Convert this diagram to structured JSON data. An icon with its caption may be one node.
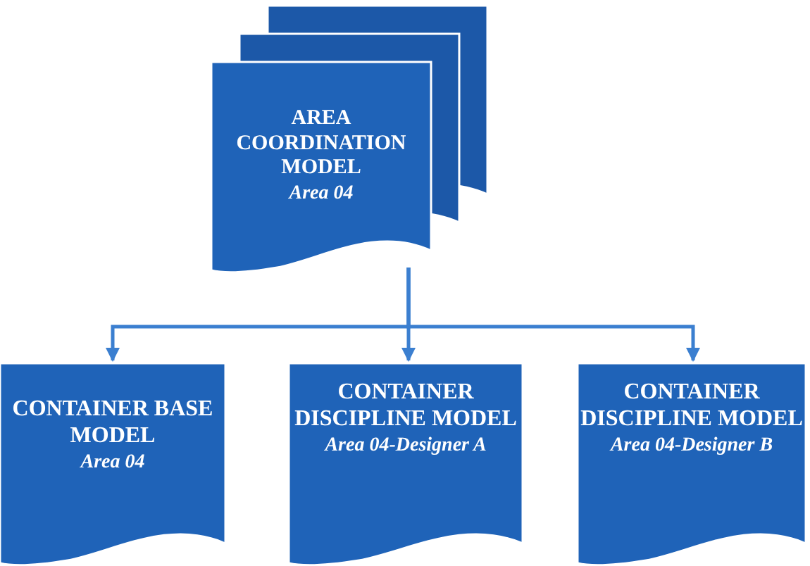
{
  "diagram": {
    "nodes": [
      {
        "text": [
          "AREA COORDINATION MODEL",
          "Area 04"
        ]
      },
      {
        "text": [
          "CONTAINER BASE MODEL",
          "Area 04"
        ]
      },
      {
        "text": [
          "CONTAINER DISCIPLINE MODEL",
          "Area 04-Designer A"
        ]
      },
      {
        "text": [
          "CONTAINER DISCIPLINE MODEL",
          "Area 04-Designer B"
        ]
      }
    ],
    "edges": [
      {
        "from": 0,
        "to": 1,
        "arrow": "to"
      },
      {
        "from": 0,
        "to": 2,
        "arrow": "to"
      },
      {
        "from": 0,
        "to": 3,
        "arrow": "to"
      }
    ]
  }
}
